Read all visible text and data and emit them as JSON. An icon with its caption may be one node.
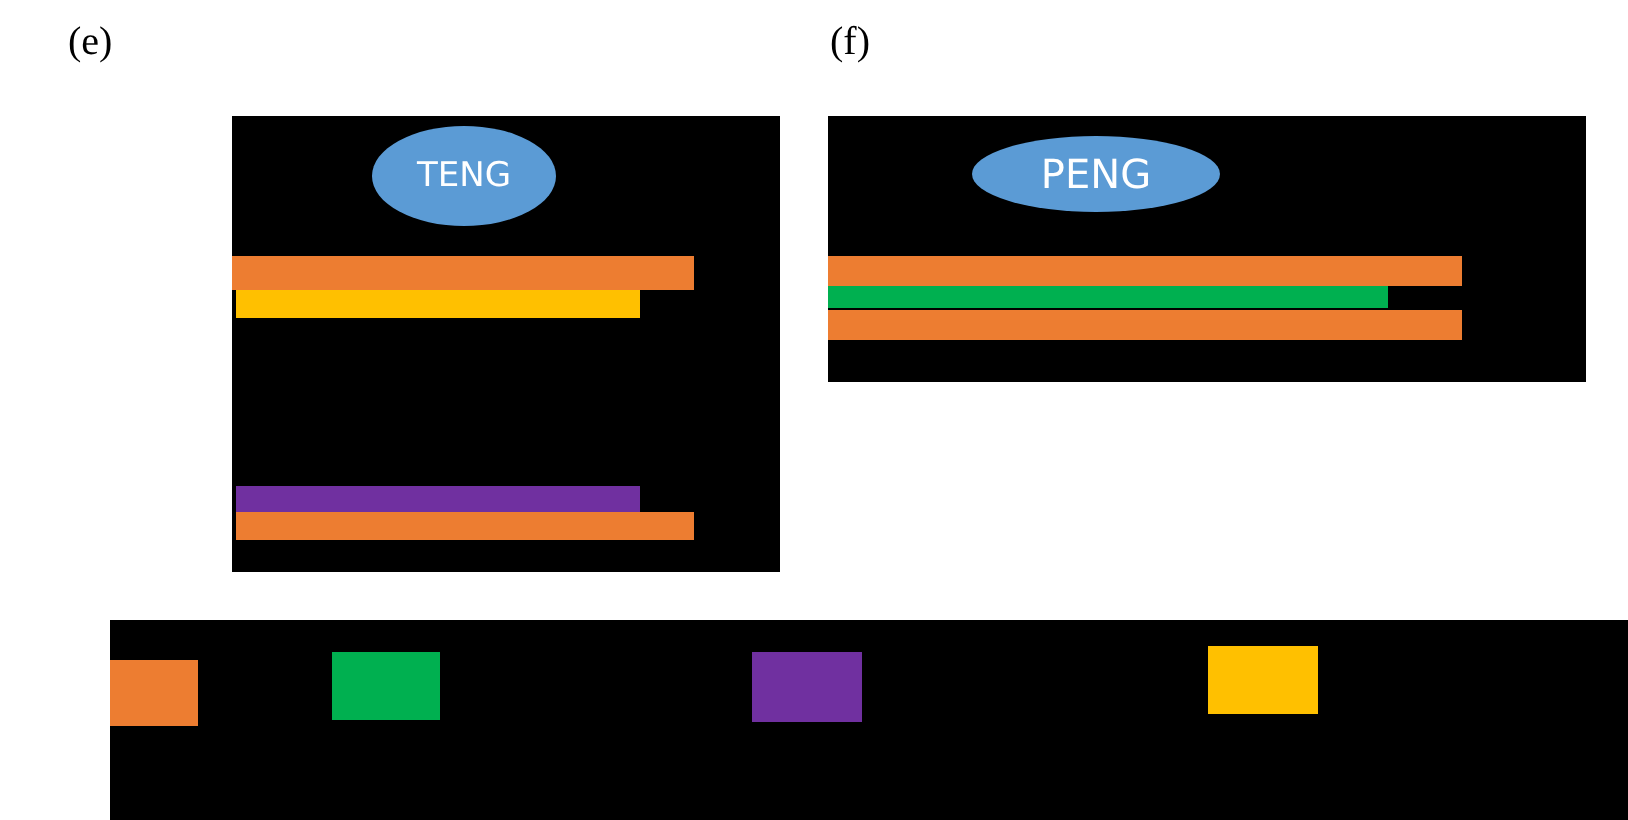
{
  "diagram": {
    "nodes": [
      {
        "text": [
          "TENG"
        ]
      },
      {
        "text": [
          "PENG"
        ]
      }
    ],
    "labels": [
      "(e)",
      "(f)"
    ]
  }
}
